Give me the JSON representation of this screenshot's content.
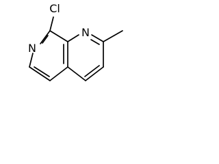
{
  "molecule": {
    "atoms": {
      "chlorine": "Cl",
      "ring_nitrogen_left": "N",
      "ring_nitrogen_right": "N"
    }
  },
  "colors": {
    "background": "#ffffff",
    "bond": "#000000",
    "label": "#000000"
  }
}
